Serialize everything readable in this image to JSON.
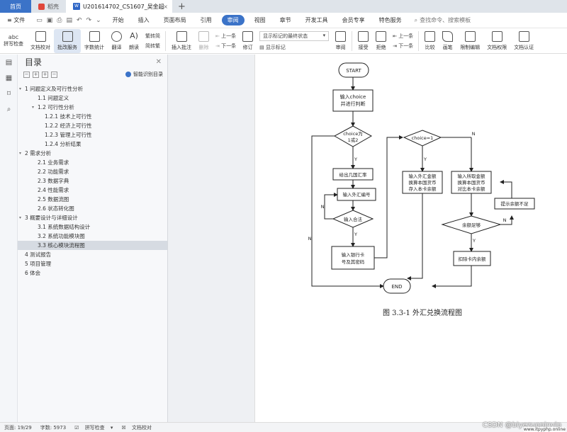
{
  "tabs": {
    "home": "首页",
    "dao": "稻壳",
    "doc": "U201614702_CS1607_吴金超",
    "plus": "+"
  },
  "menu": {
    "file": "文件",
    "items": [
      "开始",
      "插入",
      "页面布局",
      "引用",
      "审阅",
      "视图",
      "章节",
      "开发工具",
      "会员专享",
      "特色服务"
    ],
    "active": "审阅",
    "search": "查找命令、搜索模板"
  },
  "ribbon": {
    "spellcheck": "拼写检查",
    "proofread": "文档校对",
    "review_service": "批改服务",
    "wordcount": "字数统计",
    "translate": "翻译",
    "read_aloud": "朗读",
    "to_simplified": "繁转简",
    "to_traditional": "简转繁",
    "insert_comment": "插入批注",
    "delete": "删除",
    "prev_comment": "上一条",
    "next_comment": "下一条",
    "track_changes": "修订",
    "display_mode": "显示标记的最终状态",
    "show_markup": "显示标记",
    "review": "审阅",
    "accept": "接受",
    "reject": "拒绝",
    "prev": "上一条",
    "next": "下一条",
    "compare": "比较",
    "ink": "画笔",
    "restrict_edit": "限制编辑",
    "doc_perm": "文档权限",
    "doc_cert": "文档认证"
  },
  "nav": {
    "title": "目录",
    "smart": "智能识别目录",
    "items": [
      {
        "text": "1 问题定义及可行性分析",
        "level": 1,
        "expanded": true
      },
      {
        "text": "1.1 问题定义",
        "level": 2
      },
      {
        "text": "1.2 可行性分析",
        "level": 2,
        "expanded": true
      },
      {
        "text": "1.2.1 技术上可行性",
        "level": 3
      },
      {
        "text": "1.2.2 经济上可行性",
        "level": 3
      },
      {
        "text": "1.2.3 管理上可行性",
        "level": 3
      },
      {
        "text": "1.2.4 分析结果",
        "level": 3
      },
      {
        "text": "2 需求分析",
        "level": 1,
        "expanded": true
      },
      {
        "text": "2.1 业务需求",
        "level": 2
      },
      {
        "text": "2.2 功能需求",
        "level": 2
      },
      {
        "text": "2.3 数据字典",
        "level": 2
      },
      {
        "text": "2.4 性能需求",
        "level": 2
      },
      {
        "text": "2.5 数据流图",
        "level": 2
      },
      {
        "text": "2.6 状态转化图",
        "level": 2
      },
      {
        "text": "3 概要设计与详细设计",
        "level": 1,
        "expanded": true
      },
      {
        "text": "3.1 系统数据结构设计",
        "level": 2
      },
      {
        "text": "3.2 系统功能模块图",
        "level": 2
      },
      {
        "text": "3.3 核心模块流程图",
        "level": 2,
        "selected": true
      },
      {
        "text": "4 测试报告",
        "level": 1
      },
      {
        "text": "5 项目管理",
        "level": 1
      },
      {
        "text": "6 体会",
        "level": 1
      }
    ]
  },
  "flow": {
    "start": "START",
    "input": "输入choice",
    "input2": "并进行判断",
    "cond1": "choice为",
    "cond1b": "1或2",
    "yes": "Y",
    "no": "N",
    "show_rates": "给出几国汇率",
    "input_code": "输入外汇编号",
    "valid": "输入合法",
    "input_card": "输入银行卡",
    "input_card2": "号及其密码",
    "cond2": "choice=1",
    "depo1": "输入外汇金额",
    "depo2": "换算本国货币",
    "depo3": "存入本卡余额",
    "with1": "输入所取金额",
    "with2": "换算本国货币",
    "with3": "对比本卡余额",
    "insufficient": "提示余额不足",
    "enough": "余额足够",
    "deduct": "扣除卡内余额",
    "end": "END"
  },
  "caption": "图 3.3-1 外汇兑换流程图",
  "status": {
    "page": "页面: 19/29",
    "words": "字数: 5973",
    "spell": "拼写检查",
    "proof": "文档校对"
  },
  "watermark": "CSDN @biyezuopinvip",
  "watermark2": "www.itpyphp.online"
}
